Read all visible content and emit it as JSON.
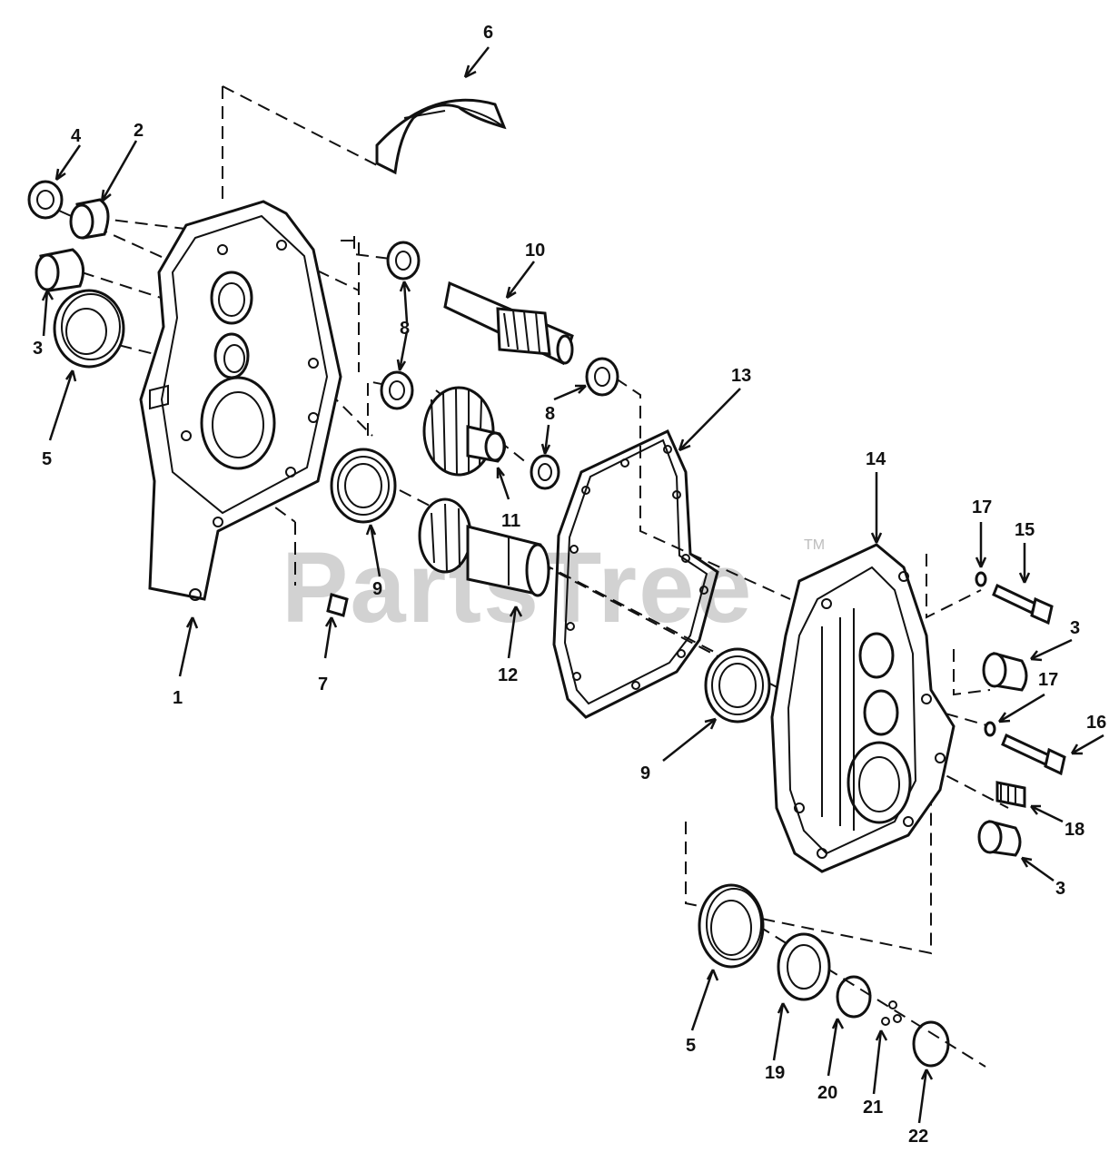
{
  "watermark": {
    "text": "PartsTree",
    "mark": "TM"
  },
  "callouts": [
    {
      "id": "c1",
      "text": "1"
    },
    {
      "id": "c2",
      "text": "2"
    },
    {
      "id": "c3a",
      "text": "3"
    },
    {
      "id": "c3b",
      "text": "3"
    },
    {
      "id": "c3c",
      "text": "3"
    },
    {
      "id": "c4",
      "text": "4"
    },
    {
      "id": "c5a",
      "text": "5"
    },
    {
      "id": "c5b",
      "text": "5"
    },
    {
      "id": "c6",
      "text": "6"
    },
    {
      "id": "c7",
      "text": "7"
    },
    {
      "id": "c8a",
      "text": "8"
    },
    {
      "id": "c8b",
      "text": "8"
    },
    {
      "id": "c9a",
      "text": "9"
    },
    {
      "id": "c9b",
      "text": "9"
    },
    {
      "id": "c10",
      "text": "10"
    },
    {
      "id": "c11",
      "text": "11"
    },
    {
      "id": "c12",
      "text": "12"
    },
    {
      "id": "c13",
      "text": "13"
    },
    {
      "id": "c14",
      "text": "14"
    },
    {
      "id": "c15",
      "text": "15"
    },
    {
      "id": "c16",
      "text": "16"
    },
    {
      "id": "c17a",
      "text": "17"
    },
    {
      "id": "c17b",
      "text": "17"
    },
    {
      "id": "c18",
      "text": "18"
    },
    {
      "id": "c19",
      "text": "19"
    },
    {
      "id": "c20",
      "text": "20"
    },
    {
      "id": "c21",
      "text": "21"
    },
    {
      "id": "c22",
      "text": "22"
    }
  ]
}
